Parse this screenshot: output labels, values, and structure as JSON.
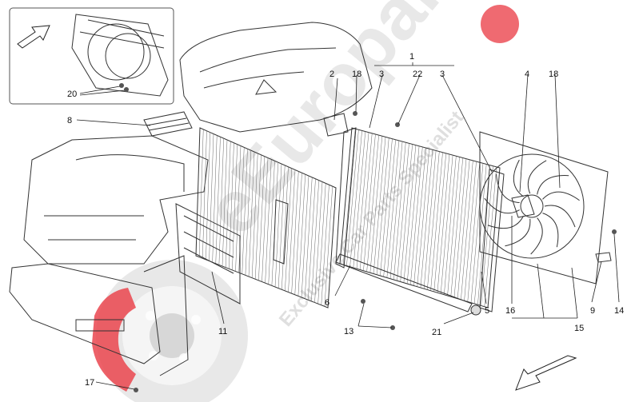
{
  "watermark": {
    "brand": "eEuroparts",
    "tagline": "Exclusive Car Parts Specialist",
    "brand_color": "#e8303a",
    "gray_color": "#c9c9c9"
  },
  "icons": {
    "inset_arrow": "arrow-up-right-icon",
    "direction_arrow": "arrow-down-left-icon"
  },
  "callouts": [
    {
      "id": "c1",
      "label": "1"
    },
    {
      "id": "c2",
      "label": "2"
    },
    {
      "id": "c3a",
      "label": "3"
    },
    {
      "id": "c22",
      "label": "22"
    },
    {
      "id": "c3b",
      "label": "3"
    },
    {
      "id": "c4",
      "label": "4"
    },
    {
      "id": "c18a",
      "label": "18"
    },
    {
      "id": "c18b",
      "label": "18"
    },
    {
      "id": "c8",
      "label": "8"
    },
    {
      "id": "c20",
      "label": "20"
    },
    {
      "id": "c5",
      "label": "5"
    },
    {
      "id": "c6",
      "label": "6"
    },
    {
      "id": "c11",
      "label": "11"
    },
    {
      "id": "c13",
      "label": "13"
    },
    {
      "id": "c21",
      "label": "21"
    },
    {
      "id": "c16",
      "label": "16"
    },
    {
      "id": "c9",
      "label": "9"
    },
    {
      "id": "c14",
      "label": "14"
    },
    {
      "id": "c15",
      "label": "15"
    },
    {
      "id": "c17",
      "label": "17"
    }
  ]
}
